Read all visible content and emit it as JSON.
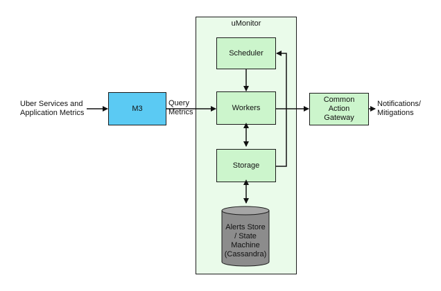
{
  "input_label": "Uber Services and\nApplication Metrics",
  "m3": "M3",
  "query_label": "Query\nMetrics",
  "panel_title": "uMonitor",
  "scheduler": "Scheduler",
  "workers": "Workers",
  "storage": "Storage",
  "alerts_store": "Alerts Store\n/ State\nMachine\n(Cassandra)",
  "gateway": "Common\nAction\nGateway",
  "output_label": "Notifications/\nMitigations",
  "colors": {
    "component_fill": "#ccf5cc",
    "panel_fill": "#eafbea",
    "m3_fill": "#5bcaf3",
    "database_fill": "#8c8c8c"
  }
}
